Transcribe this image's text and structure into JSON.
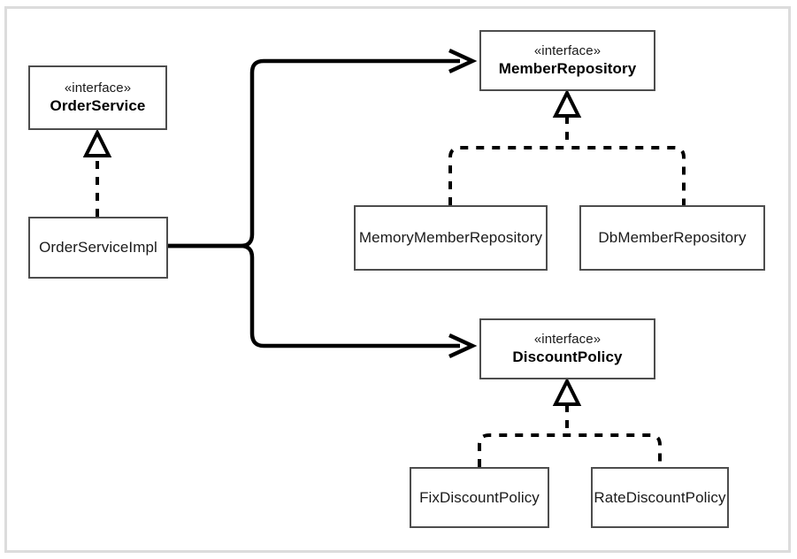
{
  "diagram": {
    "kind": "uml-class-diagram",
    "stereotype_label": "«interface»",
    "colors": {
      "frame_border": "#dcdcdc",
      "box_border": "#4d4d4d",
      "box_fill": "#ffffff",
      "line": "#000000",
      "text": "#1a1a1a"
    },
    "nodes": {
      "order_service": {
        "stereotype": "«interface»",
        "name": "OrderService",
        "type": "interface"
      },
      "order_service_impl": {
        "name": "OrderServiceImpl",
        "type": "class"
      },
      "member_repository": {
        "stereotype": "«interface»",
        "name": "MemberRepository",
        "type": "interface"
      },
      "memory_member_repository": {
        "name": "MemoryMemberRepository",
        "type": "class"
      },
      "db_member_repository": {
        "name": "DbMemberRepository",
        "type": "class"
      },
      "discount_policy": {
        "stereotype": "«interface»",
        "name": "DiscountPolicy",
        "type": "interface"
      },
      "fix_discount_policy": {
        "name": "FixDiscountPolicy",
        "type": "class"
      },
      "rate_discount_policy": {
        "name": "RateDiscountPolicy",
        "type": "class"
      }
    },
    "relations": [
      {
        "from": "order_service_impl",
        "to": "order_service",
        "type": "realization",
        "style": "dashed-hollow-triangle"
      },
      {
        "from": "order_service_impl",
        "to": "member_repository",
        "type": "association",
        "style": "solid-open-arrow"
      },
      {
        "from": "order_service_impl",
        "to": "discount_policy",
        "type": "association",
        "style": "solid-open-arrow"
      },
      {
        "from": "memory_member_repository",
        "to": "member_repository",
        "type": "realization",
        "style": "dashed-hollow-triangle"
      },
      {
        "from": "db_member_repository",
        "to": "member_repository",
        "type": "realization",
        "style": "dashed-hollow-triangle"
      },
      {
        "from": "fix_discount_policy",
        "to": "discount_policy",
        "type": "realization",
        "style": "dashed-hollow-triangle"
      },
      {
        "from": "rate_discount_policy",
        "to": "discount_policy",
        "type": "realization",
        "style": "dashed-hollow-triangle"
      }
    ]
  }
}
